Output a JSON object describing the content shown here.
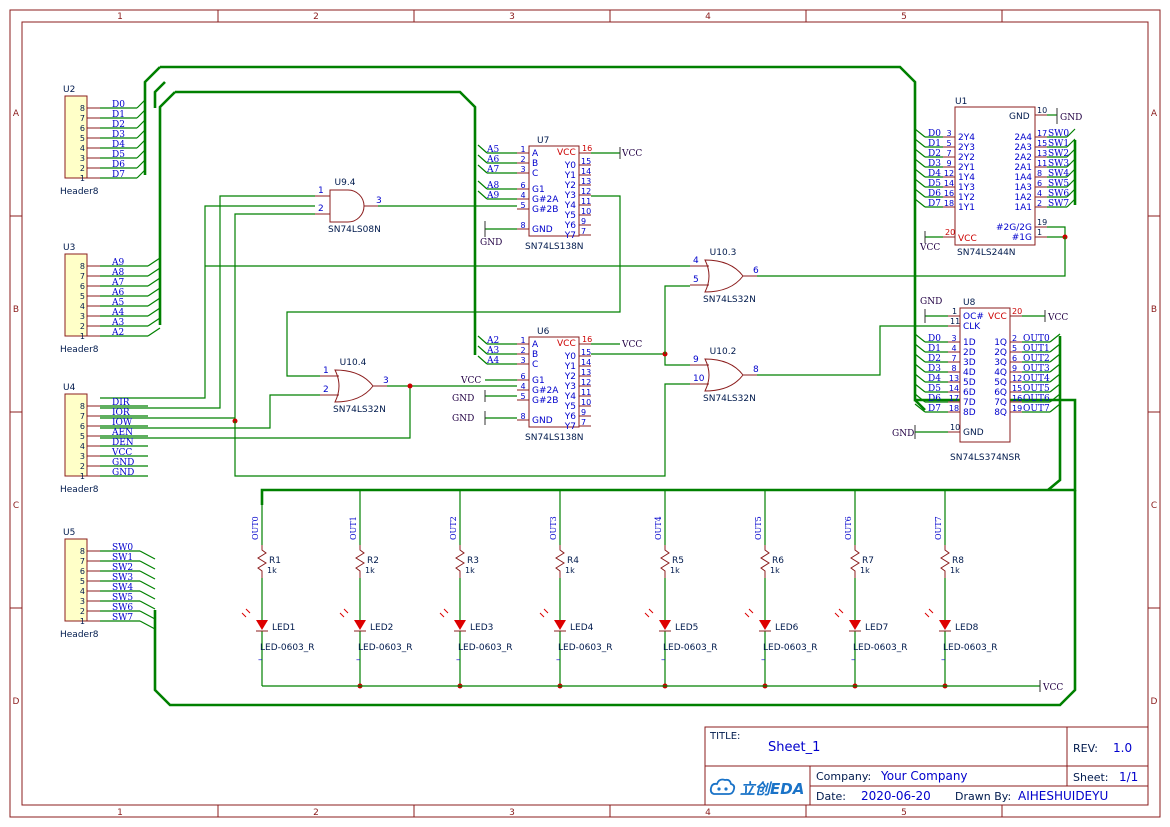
{
  "border": {
    "col_labels": [
      "1",
      "2",
      "3",
      "4",
      "5"
    ],
    "row_labels": [
      "A",
      "B",
      "C",
      "D"
    ]
  },
  "headers": [
    {
      "ref": "U2",
      "name": "Header8",
      "pins": [
        "8",
        "7",
        "6",
        "5",
        "4",
        "3",
        "2",
        "1"
      ],
      "nets": [
        "D0",
        "D1",
        "D2",
        "D3",
        "D4",
        "D5",
        "D6",
        "D7"
      ]
    },
    {
      "ref": "U3",
      "name": "Header8",
      "pins": [
        "8",
        "7",
        "6",
        "5",
        "4",
        "3",
        "2",
        "1"
      ],
      "nets": [
        "A9",
        "A8",
        "A7",
        "A6",
        "A5",
        "A4",
        "A3",
        "A2"
      ]
    },
    {
      "ref": "U4",
      "name": "Header8",
      "pins": [
        "8",
        "7",
        "6",
        "5",
        "4",
        "3",
        "2",
        "1"
      ],
      "nets": [
        "DIR",
        "IOR",
        "IOW",
        "AEN",
        "DEN",
        "VCC",
        "GND",
        "GND"
      ]
    },
    {
      "ref": "U5",
      "name": "Header8",
      "pins": [
        "8",
        "7",
        "6",
        "5",
        "4",
        "3",
        "2",
        "1"
      ],
      "nets": [
        "SW0",
        "SW1",
        "SW2",
        "SW3",
        "SW4",
        "SW5",
        "SW6",
        "SW7"
      ]
    }
  ],
  "and_gate": {
    "ref": "U9.4",
    "part": "SN74LS08N",
    "pins": [
      "1",
      "2",
      "3"
    ]
  },
  "or_gates": [
    {
      "ref": "U10.4",
      "part": "SN74LS32N",
      "pins": [
        "1",
        "2",
        "3"
      ]
    },
    {
      "ref": "U10.3",
      "part": "SN74LS32N",
      "pins": [
        "4",
        "5",
        "6"
      ]
    },
    {
      "ref": "U10.2",
      "part": "SN74LS32N",
      "pins": [
        "9",
        "10",
        "8"
      ]
    }
  ],
  "decoders": [
    {
      "ref": "U7",
      "part": "SN74LS138N",
      "left_pins": [
        "A",
        "B",
        "C",
        "G1",
        "G#2A",
        "G#2B",
        "GND"
      ],
      "left_nums": [
        "1",
        "2",
        "3",
        "6",
        "4",
        "5",
        "8"
      ],
      "vcc": "VCC",
      "vcc_num": "16",
      "outs": [
        "Y0",
        "Y1",
        "Y2",
        "Y3",
        "Y4",
        "Y5",
        "Y6",
        "Y7"
      ],
      "out_nums": [
        "15",
        "14",
        "13",
        "12",
        "11",
        "10",
        "9",
        "7"
      ],
      "in_nets": [
        "A5",
        "A6",
        "A7",
        "A8",
        "A9"
      ],
      "gnd_label": "GND",
      "vcc_label": "VCC"
    },
    {
      "ref": "U6",
      "part": "SN74LS138N",
      "left_pins": [
        "A",
        "B",
        "C",
        "G1",
        "G#2A",
        "G#2B",
        "GND"
      ],
      "left_nums": [
        "1",
        "2",
        "3",
        "6",
        "4",
        "5",
        "8"
      ],
      "vcc": "VCC",
      "vcc_num": "16",
      "outs": [
        "Y0",
        "Y1",
        "Y2",
        "Y3",
        "Y4",
        "Y5",
        "Y6",
        "Y7"
      ],
      "out_nums": [
        "15",
        "14",
        "13",
        "12",
        "11",
        "10",
        "9",
        "7"
      ],
      "in_nets": [
        "A2",
        "A3",
        "A4"
      ],
      "g1_label": "VCC",
      "gnd_labels": [
        "GND",
        "GND"
      ],
      "vcc_label": "VCC"
    }
  ],
  "u1": {
    "ref": "U1",
    "part": "SN74LS244N",
    "gnd": "GND",
    "gnd_num": "10",
    "gnd_label": "GND",
    "left": [
      "2Y4",
      "2Y3",
      "2Y2",
      "2Y1",
      "1Y4",
      "1Y3",
      "1Y2",
      "1Y1"
    ],
    "left_nums": [
      "3",
      "5",
      "7",
      "9",
      "12",
      "14",
      "16",
      "18"
    ],
    "left_nets": [
      "D0",
      "D1",
      "D2",
      "D3",
      "D4",
      "D5",
      "D6",
      "D7"
    ],
    "right": [
      "2A4",
      "2A3",
      "2A2",
      "2A1",
      "1A4",
      "1A3",
      "1A2",
      "1A1"
    ],
    "right_nums": [
      "17",
      "15",
      "13",
      "11",
      "8",
      "6",
      "4",
      "2"
    ],
    "right_nets": [
      "SW0",
      "SW1",
      "SW2",
      "SW3",
      "SW4",
      "SW5",
      "SW6",
      "SW7"
    ],
    "vcc": "VCC",
    "vcc_num": "20",
    "vcc_label": "VCC",
    "oe": "#2G/2G",
    "oe_num": "19",
    "g1": "#1G",
    "g1_num": "1"
  },
  "u8": {
    "ref": "U8",
    "part": "SN74LS374NSR",
    "gnd_label": "GND",
    "top": [
      "OC#",
      "CLK"
    ],
    "top_nums": [
      "1",
      "11"
    ],
    "vcc": "VCC",
    "vcc_num": "20",
    "vcc_label": "VCC",
    "left": [
      "1D",
      "2D",
      "3D",
      "4D",
      "5D",
      "6D",
      "7D",
      "8D"
    ],
    "left_nums": [
      "3",
      "4",
      "7",
      "8",
      "13",
      "14",
      "17",
      "18"
    ],
    "left_nets": [
      "D0",
      "D1",
      "D2",
      "D3",
      "D4",
      "D5",
      "D6",
      "D7"
    ],
    "right": [
      "1Q",
      "2Q",
      "3Q",
      "4Q",
      "5Q",
      "6Q",
      "7Q",
      "8Q"
    ],
    "right_nums": [
      "2",
      "5",
      "6",
      "9",
      "12",
      "15",
      "16",
      "19"
    ],
    "right_nets": [
      "OUT0",
      "OUT1",
      "OUT2",
      "OUT3",
      "OUT4",
      "OUT5",
      "OUT6",
      "OUT7"
    ],
    "gnd": "GND",
    "gnd_num": "10"
  },
  "leds": [
    {
      "net": "OUT0",
      "res": "R1",
      "val": "1k",
      "led": "LED1",
      "part": "LED-0603_R"
    },
    {
      "net": "OUT1",
      "res": "R2",
      "val": "1k",
      "led": "LED2",
      "part": "LED-0603_R"
    },
    {
      "net": "OUT2",
      "res": "R3",
      "val": "1k",
      "led": "LED3",
      "part": "LED-0603_R"
    },
    {
      "net": "OUT3",
      "res": "R4",
      "val": "1k",
      "led": "LED4",
      "part": "LED-0603_R"
    },
    {
      "net": "OUT4",
      "res": "R5",
      "val": "1k",
      "led": "LED5",
      "part": "LED-0603_R"
    },
    {
      "net": "OUT5",
      "res": "R6",
      "val": "1k",
      "led": "LED6",
      "part": "LED-0603_R"
    },
    {
      "net": "OUT6",
      "res": "R7",
      "val": "1k",
      "led": "LED7",
      "part": "LED-0603_R"
    },
    {
      "net": "OUT7",
      "res": "R8",
      "val": "1k",
      "led": "LED8",
      "part": "LED-0603_R"
    }
  ],
  "led_vcc": "VCC",
  "title_block": {
    "title_label": "TITLE:",
    "title": "Sheet_1",
    "rev_label": "REV:",
    "rev": "1.0",
    "company_label": "Company:",
    "company": "Your Company",
    "sheet_label": "Sheet:",
    "sheet": "1/1",
    "date_label": "Date:",
    "date": "2020-06-20",
    "drawn_label": "Drawn By:",
    "drawn": "AIHESHUIDEYU",
    "logo": "立创EDA"
  },
  "colors": {
    "wire": "#008000",
    "part": "#8b1c1c",
    "label": "#0000cc",
    "pinnum": "#cc0000",
    "led": "#dd0000"
  }
}
